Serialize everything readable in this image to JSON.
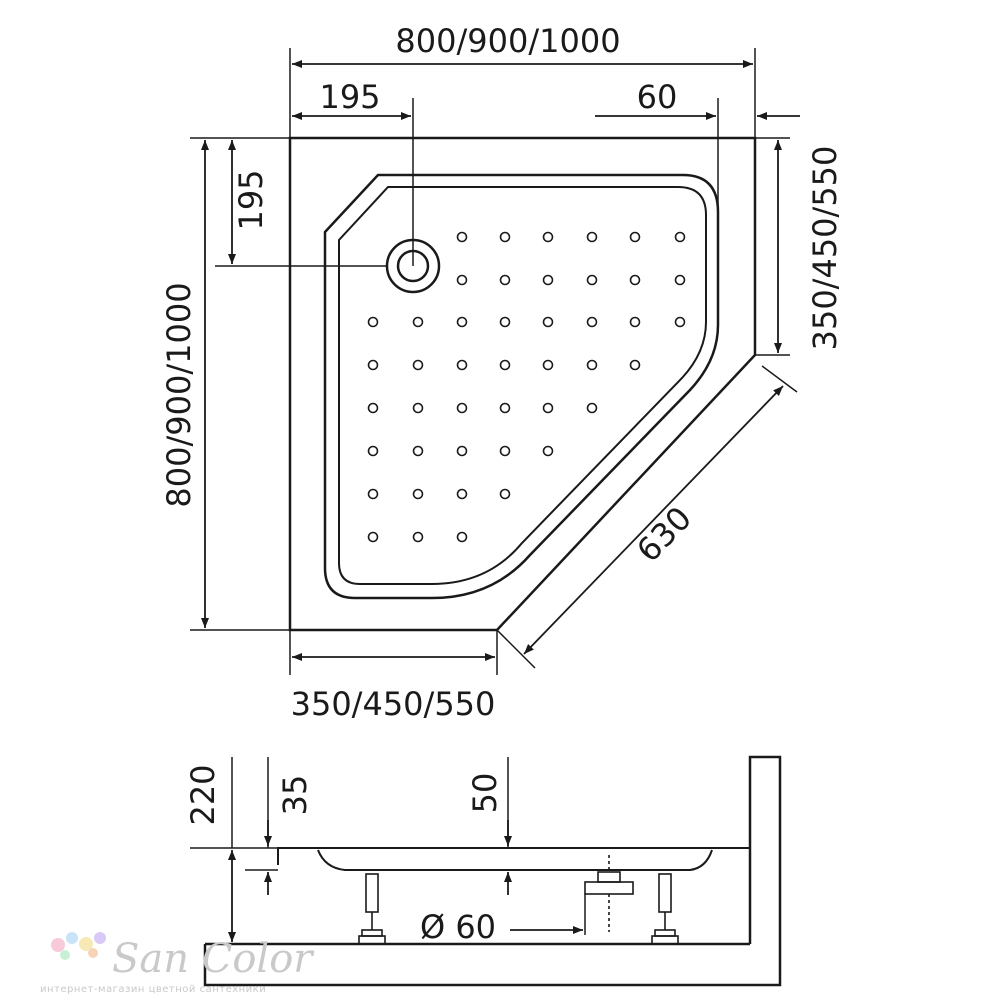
{
  "top_view": {
    "width_label": "800/900/1000",
    "drain_offset_x_label": "195",
    "rim_label": "60",
    "depth_label": "800/900/1000",
    "drain_offset_y_label": "195",
    "side_right_label": "350/450/550",
    "side_bottom_label": "350/450/550",
    "diagonal_label": "630"
  },
  "section_view": {
    "height_label": "220",
    "rim_height_label": "35",
    "tray_depth_label": "50",
    "drain_diameter_label": "Ø 60"
  },
  "watermark": {
    "brand": "San Color",
    "tagline": "интернет-магазин цветной сантехники",
    "dot_colors": [
      "#f7c9d9",
      "#c9e3f7",
      "#f7e9b5",
      "#d9c9f7",
      "#c9f0d4",
      "#f7d4b5"
    ]
  }
}
